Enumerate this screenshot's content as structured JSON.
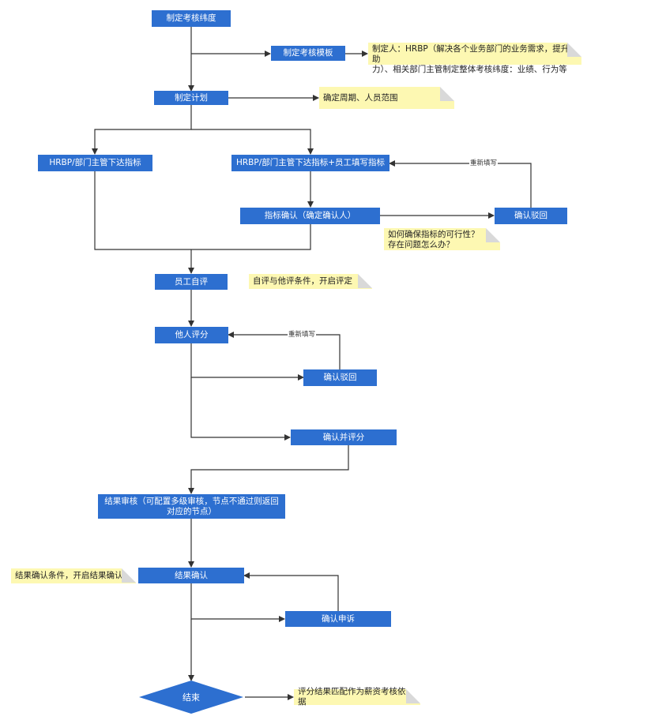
{
  "nodes": {
    "n1": "制定考核纬度",
    "n2": "制定考核模板",
    "n3": "制定计划",
    "n4": "HRBP/部门主管下达指标",
    "n5": "HRBP/部门主管下达指标+员工填写指标",
    "n6": "指标确认（确定确认人）",
    "n7": "确认驳回",
    "n8": "员工自评",
    "n9": "他人评分",
    "n10": "确认驳回",
    "n11": "确认并评分",
    "n12_line1": "结果审核（可配置多级审核，节点不通过则返回",
    "n12_line2": "对应的节点）",
    "n13": "结果确认",
    "n14": "确认申诉",
    "n15": "结束"
  },
  "notes": {
    "a1_line1": "制定人：HRBP（解决各个业务部门的业务需求，提升助",
    "a1_line2": "力）、相关部门主管制定整体考核纬度：业绩、行为等",
    "a2": "确定周期、人员范围",
    "a3_line1": "如何确保指标的可行性？",
    "a3_line2": "存在问题怎么办？",
    "a4": "自评与他评条件，开启评定",
    "a5": "结果确认条件，开启结果确认",
    "a6": "评分结果匹配作为薪资考核依据"
  },
  "edge_labels": {
    "refill_1": "重新填写",
    "refill_2": "重新填写"
  },
  "colors": {
    "node": "#2d6fd0",
    "note": "#fdf8b2",
    "edge": "#333333"
  }
}
